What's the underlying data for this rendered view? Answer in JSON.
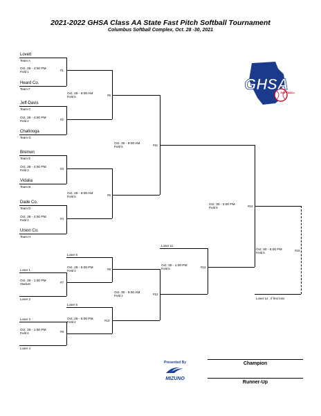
{
  "header": {
    "title": "2021-2022 GHSA Class AA State Fast Pitch Softball Tournament",
    "subtitle": "Columbus Softball Complex, Oct. 28 -30, 2021"
  },
  "teams": [
    {
      "name": "Lovett",
      "seed": "Team A"
    },
    {
      "name": "Heard Co.",
      "seed": "Team F"
    },
    {
      "name": "Jeff-Davis",
      "seed": "Team C"
    },
    {
      "name": "Chattooga",
      "seed": "Team G"
    },
    {
      "name": "Bremen",
      "seed": "Team E"
    },
    {
      "name": "Vidalia",
      "seed": "Team B"
    },
    {
      "name": "Dade Co.",
      "seed": "Team D"
    },
    {
      "name": "Union Co.",
      "seed": "Team H"
    }
  ],
  "games": {
    "g1": {
      "date": "Oct. 28 - 4:00 PM",
      "field": "Field 1",
      "num": "#1"
    },
    "g2": {
      "date": "Oct. 28 - 4:00 PM",
      "field": "Field 2",
      "num": "#2"
    },
    "g3": {
      "date": "Oct. 28 - 4:00 PM",
      "field": "Field 3",
      "num": "#3"
    },
    "g4": {
      "date": "Oct. 28 - 4:00 PM",
      "field": "Field 4",
      "num": "#4"
    },
    "g5": {
      "date": "Oct. 29 - 9:00 AM",
      "field": "Field 5",
      "num": "#5"
    },
    "g6": {
      "date": "Oct. 29 - 9:00 AM",
      "field": "Field 6",
      "num": "#6"
    },
    "g7": {
      "date": "Oct. 29 - 1:00 PM",
      "field": "Stadium",
      "num": "#7"
    },
    "g8": {
      "date": "Oct. 29 - 1:00 PM",
      "field": "Field 6",
      "num": "#8"
    },
    "g9": {
      "date": "Oct. 29 - 5:00 PM",
      "field": "Field 3",
      "num": "#9"
    },
    "g10": {
      "date": "Oct. 29 - 5:00 PM",
      "field": "Field 4",
      "num": "#10"
    },
    "g11": {
      "date": "Oct. 30 - 9:00 AM",
      "field": "Field 5",
      "num": "#11"
    },
    "g12": {
      "date": "Oct. 30 - 9:00 AM",
      "field": "Field 2",
      "num": "#12"
    },
    "g13": {
      "date": "Oct. 30 - 1:00 PM",
      "field": "Field 6",
      "num": "#13"
    },
    "g14": {
      "date": "Oct. 30 - 3:00 PM",
      "field": "Field 6",
      "num": "#14"
    },
    "g15": {
      "date": "Oct. 30 - 5:00 PM",
      "field": "Field 6",
      "num": "#15"
    }
  },
  "losers": {
    "l1": "Loser 1",
    "l2": "Loser 2",
    "l3": "Loser 3",
    "l4": "Loser 4",
    "l5": "Loser 5",
    "l6": "Loser 6",
    "l11": "Loser 11",
    "l14": "Loser 14 , if first loss"
  },
  "logo": {
    "text": "GHSA",
    "subtext": "SOFTBALL"
  },
  "sponsor": {
    "presented_by": "Presented By",
    "brand": "MIZUNO"
  },
  "results": {
    "champion_label": "Champion",
    "runner_up_label": "Runner-Up"
  },
  "colors": {
    "ghsa_blue": "#1b3a8c",
    "ghsa_red": "#c8102e",
    "mizuno_blue": "#1b3f9c"
  }
}
